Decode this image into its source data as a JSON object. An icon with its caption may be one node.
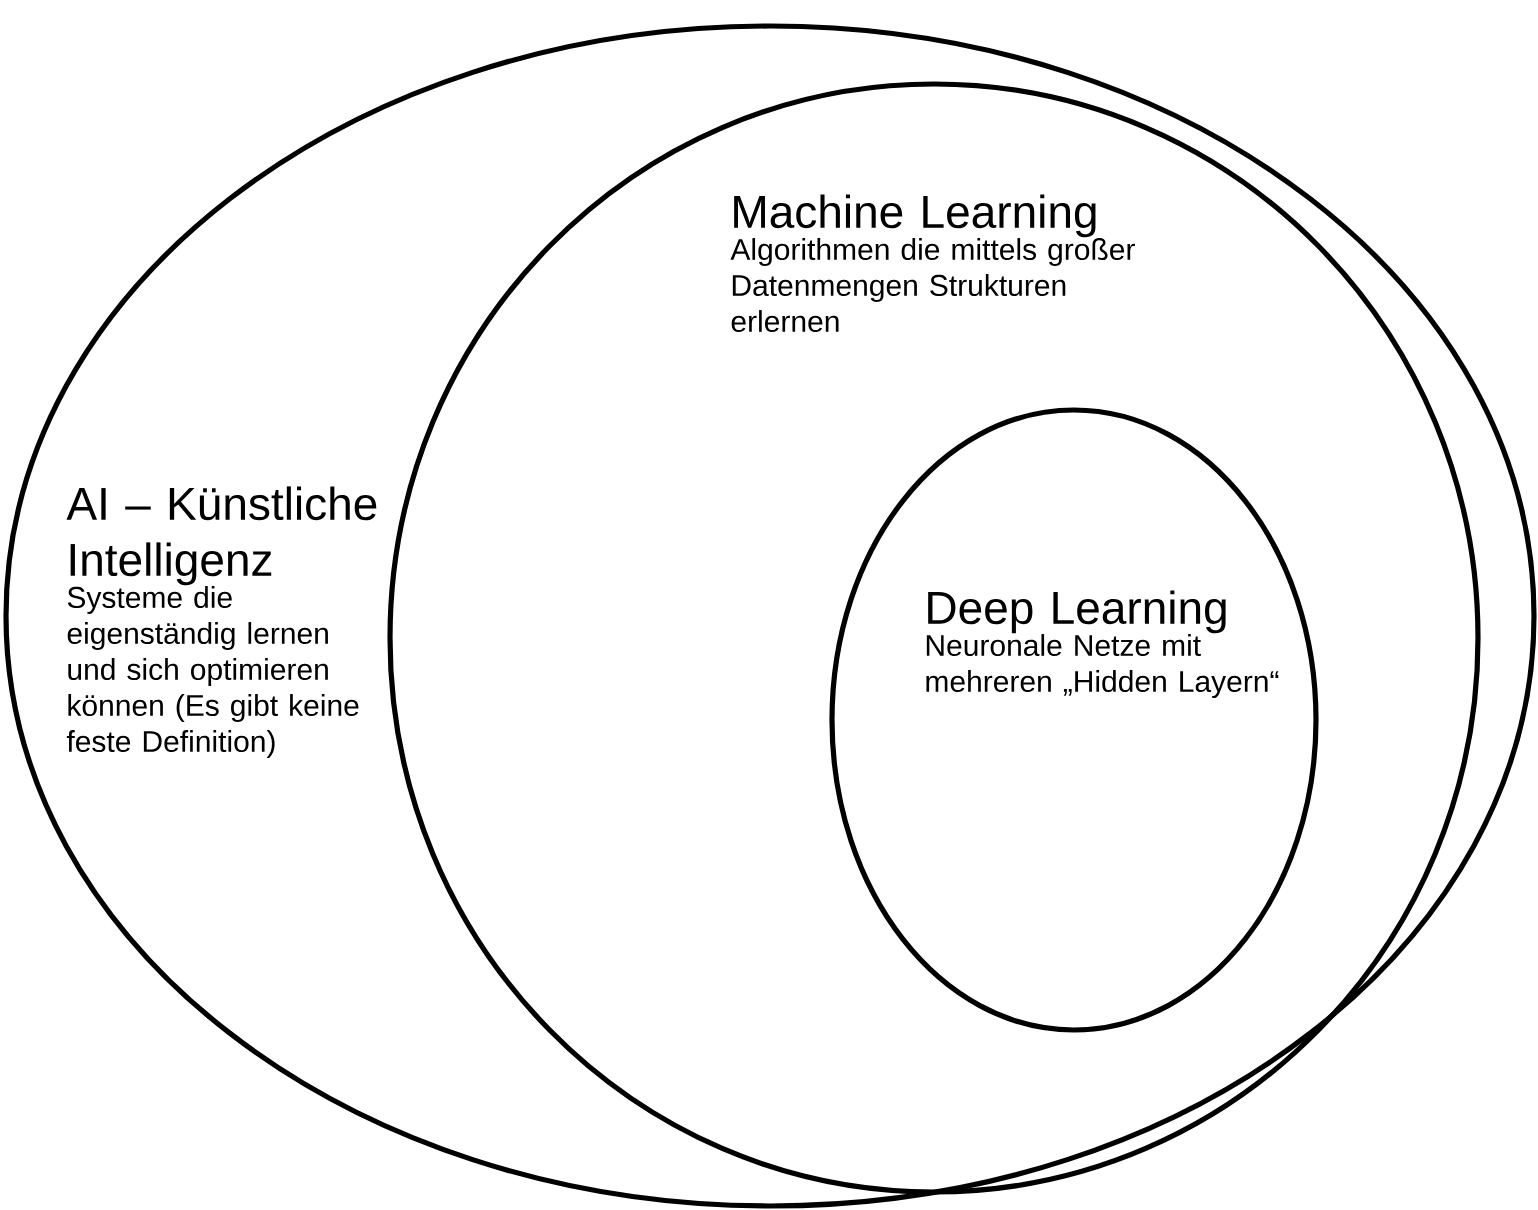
{
  "diagram": {
    "nodes": [
      {
        "text": [
          "AI – Künstliche Intelligenz",
          "Systeme die eigenständig lernen und sich optimieren können (Es gibt keine feste Definition)"
        ]
      },
      {
        "text": [
          "Machine Learning",
          "Algorithmen die mittels großer Datenmengen Strukturen erlernen"
        ],
        "in": 0
      },
      {
        "text": [
          "Deep Learning",
          "Neuronale Netze mit mehreren „Hidden Layern“"
        ],
        "in": 1
      }
    ]
  }
}
